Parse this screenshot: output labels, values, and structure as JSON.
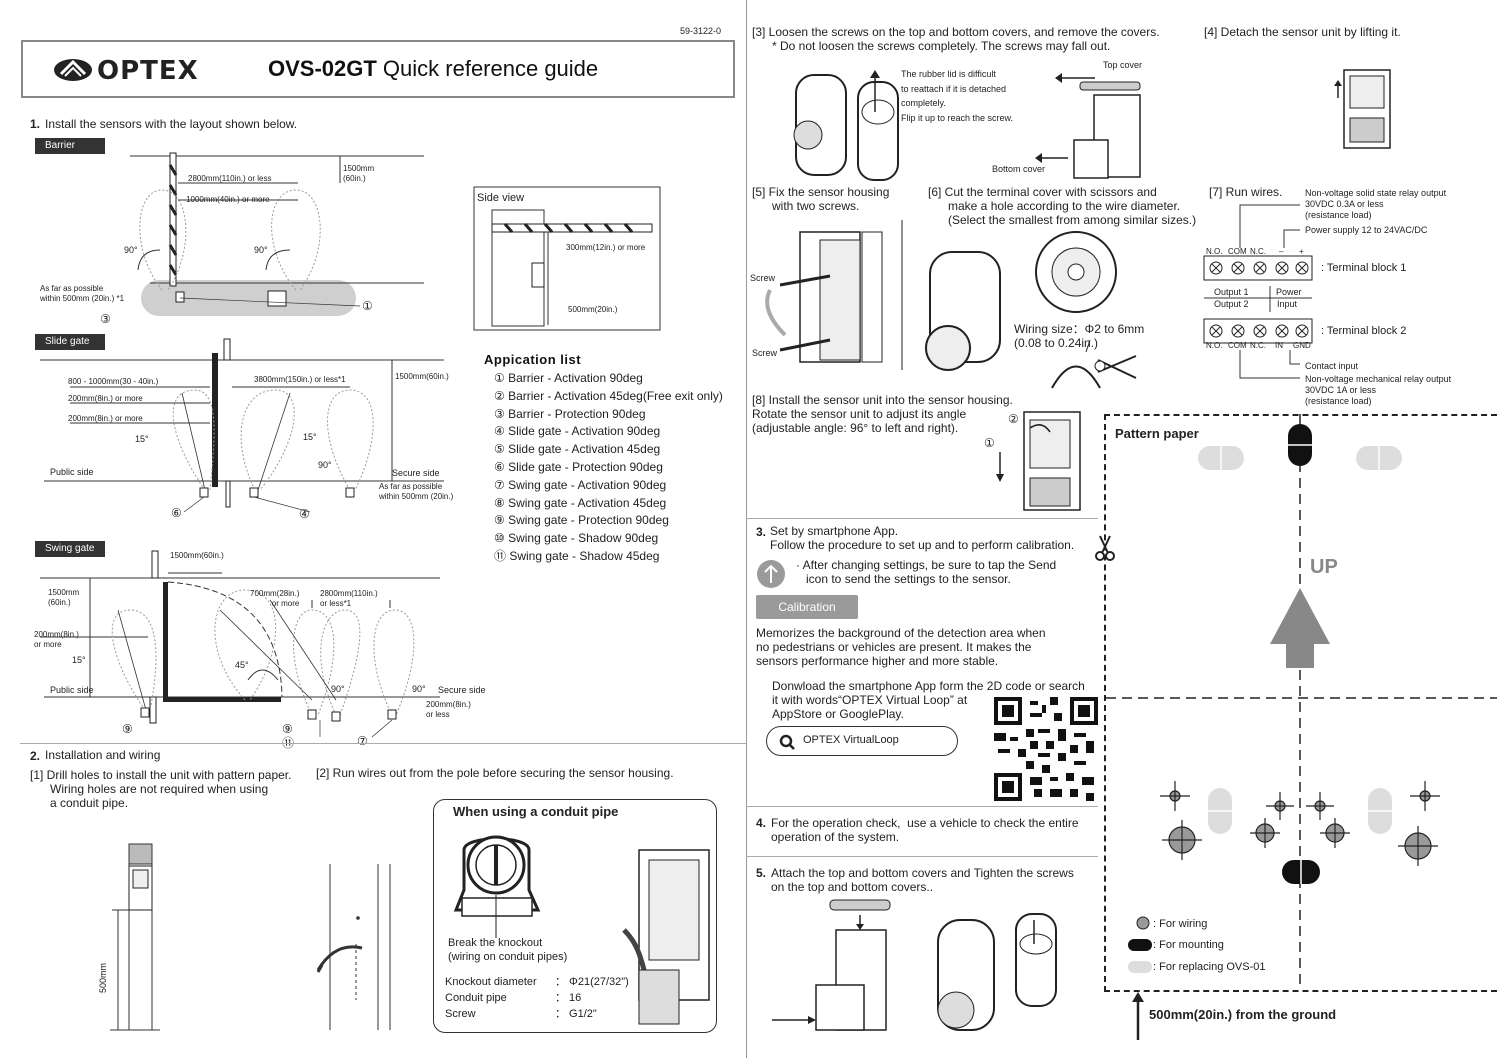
{
  "doc_code": "59-3122-0",
  "header": {
    "logo_text": "OPTEX",
    "title_bold": "OVS-02GT",
    "title_rest": " Quick reference guide"
  },
  "section1": {
    "num": "1.",
    "title": "Install the sensors with the layout shown below.",
    "barrier": {
      "tag": "Barrier",
      "dim_2800": "2800mm(110in.) or less",
      "dim_1000": "1000mm(40in.) or more",
      "dim_1500": "1500mm\n(60in.)",
      "angle_left": "90°",
      "angle_right": "90°",
      "far_note": "As far as possible\nwithin 500mm (20in.) *1",
      "num_1": "①",
      "num_3": "③",
      "side_view": "Side view",
      "sv_300": "300mm(12in.) or more",
      "sv_500": "500mm(20in.)"
    },
    "slide": {
      "tag": "Slide gate",
      "dim_800": "800 - 1000mm(30 - 40in.)",
      "dim_200a": "200mm(8in.) or more",
      "dim_200b": "200mm(8in.) or more",
      "dim_3800": "3800mm(150in.) or less*1",
      "dim_1500": "1500mm(60in.)",
      "angle_15a": "15°",
      "angle_15b": "15°",
      "angle_90": "90°",
      "public": "Public side",
      "secure": "Secure side",
      "far_note": "As far as possible\nwithin 500mm (20in.)",
      "num_6": "⑥",
      "num_4": "④"
    },
    "swing": {
      "tag": "Swing gate",
      "dim_1500top": "1500mm(60in.)",
      "dim_1500": "1500mm\n(60in.)",
      "dim_200": "200mm(8in.)\nor more",
      "angle_15": "15°",
      "angle_45": "45°",
      "dim_700": "700mm(28in.)\nor more",
      "dim_2800": "2800mm(110in.)\nor less*1",
      "angle_90a": "90°",
      "angle_90b": "90°",
      "public": "Public side",
      "secure": "Secure side",
      "dim_200b": "200mm(8in.)\nor less",
      "num_9a": "⑨",
      "num_9b": "⑨",
      "num_11": "⑪",
      "num_7": "⑦"
    }
  },
  "app_list": {
    "title": "Appication list",
    "items": [
      "① Barrier - Activation 90deg",
      "② Barrier - Activation 45deg(Free exit only)",
      "③ Barrier - Protection 90deg",
      "④ Slide gate - Activation 90deg",
      "⑤ Slide gate - Activation 45deg",
      "⑥ Slide gate - Protection 90deg",
      "⑦ Swing gate - Activation 90deg",
      "⑧ Swing gate - Activation 45deg",
      "⑨ Swing gate - Protection 90deg",
      "⑩ Swing gate - Shadow 90deg",
      "⑪ Swing gate - Shadow 45deg"
    ]
  },
  "section2": {
    "num": "2.",
    "title": "Installation and wiring",
    "step1": "[1] Drill holes to install the unit with pattern paper.\n      Wiring holes are not required when using\n      a conduit pipe.",
    "step2": "[2] Run wires out from the pole before securing the sensor housing.",
    "dim_500": "500mm",
    "conduit": {
      "title": "When using a conduit pipe",
      "knockout_note": "Break the knockout\n(wiring on conduit pipes)",
      "rows": [
        {
          "label": "Knockout diameter",
          "value": "： Φ21(27/32\")"
        },
        {
          "label": "Conduit pipe",
          "value": "： 16"
        },
        {
          "label": "Screw",
          "value": "： G1/2\""
        }
      ]
    }
  },
  "steps_right": {
    "s3": "[3] Loosen the screws on the top and bottom covers, and remove the covers.\n      * Do not loosen the screws completely. The screws may fall out.",
    "s3_note": "The rubber lid is difficult\nto reattach if it is detached\ncompletely.\nFlip it up to reach the screw.",
    "top_cover": "Top cover",
    "bottom_cover": "Bottom cover",
    "s4": "[4] Detach the sensor unit by lifting it.",
    "s5": "[5] Fix the sensor housing\n      with two screws.",
    "screw_a": "Screw",
    "screw_b": "Screw",
    "s6": "[6] Cut the terminal cover with scissors and\n      make a hole according to the wire diameter.\n      (Select the smallest from among similar sizes.)",
    "wiring_size": "Wiring size：Φ2 to 6mm\n(0.08 to 0.24in.)",
    "s7": "[7] Run wires.",
    "relay_solid": "Non-voltage solid state relay output\n30VDC 0.3A or less\n(resistance load)",
    "power_supply": "Power supply 12 to 24VAC/DC",
    "tb1_labels": [
      "N.O.",
      "COM",
      "N.C.",
      "–",
      "+"
    ],
    "tb1_name": ": Terminal block 1",
    "output1": "Output 1",
    "power": "Power",
    "output2": "Output 2",
    "input": "Input",
    "tb2_labels": [
      "N.O.",
      "COM",
      "N.C.",
      "IN",
      "GND"
    ],
    "tb2_name": ": Terminal block 2",
    "contact_input": "Contact input",
    "relay_mech": "Non-voltage mechanical relay output\n30VDC 1A or less\n(resistance load)",
    "s8": "[8] Install the sensor unit into the sensor housing.\nRotate the sensor unit to adjust its angle\n(adjustable angle: 96° to left and right).",
    "s8_n2": "②",
    "s8_n1": "①"
  },
  "section3": {
    "num": "3.",
    "text": "Set by smartphone App.\nFollow the procedure to set up and to perform calibration.",
    "note": "· After changing settings, be sure to tap the Send\n   icon to send the settings to the sensor.",
    "calibration": "Calibration",
    "calib_desc": "Memorizes the background of the detection area when\nno pedestrians or vehicles are present. It makes the\nsensors performance higher and more stable.",
    "download": "Donwload the smartphone App form the 2D code or search\nit with words“OPTEX Virtual Loop” at\nAppStore or GooglePlay.",
    "search_label": "OPTEX VirtualLoop"
  },
  "section4": {
    "num": "4.",
    "text": "For the operation check,  use a vehicle to check the entire\noperation of the system."
  },
  "section5": {
    "num": "5.",
    "text": "Attach the top and bottom covers and Tighten the screws\non the top and bottom covers.."
  },
  "pattern": {
    "title": "Pattern paper",
    "up": "UP",
    "legend": [
      {
        "label": ": For wiring",
        "color": "#999999"
      },
      {
        "label": ": For mounting",
        "color": "#111111"
      },
      {
        "label": ": For replacing OVS-01",
        "color": "#dddddd"
      }
    ],
    "ground": "500mm(20in.) from the ground"
  }
}
